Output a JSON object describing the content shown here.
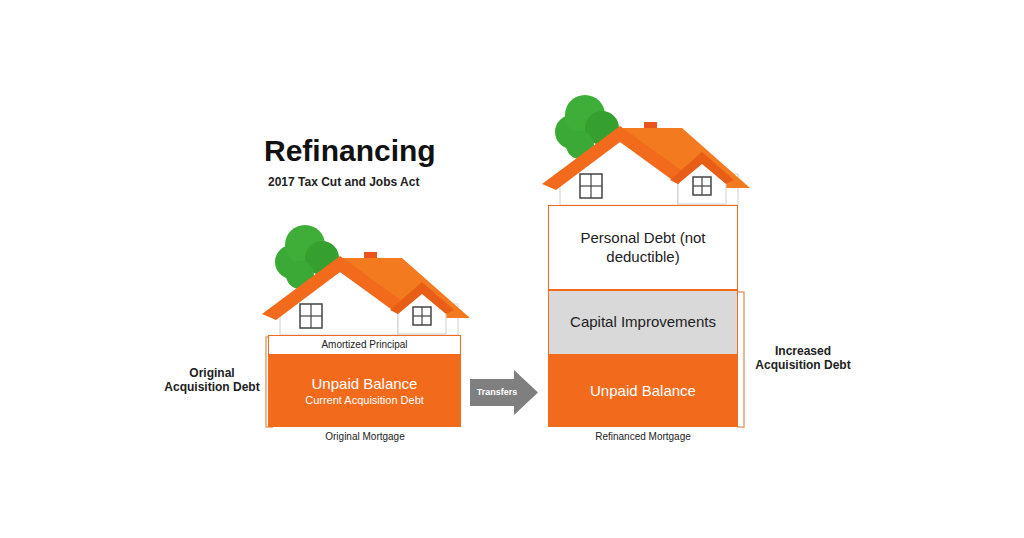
{
  "diagram": {
    "title": "Refinancing",
    "nodes": [
      {
        "text": [
          "Amortized Principal"
        ]
      },
      {
        "text": [
          "Unpaid Balance",
          "Current Acquisition Debt"
        ]
      },
      {
        "text": [
          "Transfers"
        ]
      },
      {
        "text": [
          "Personal Debt (not deductible)"
        ]
      },
      {
        "text": [
          "Capital Improvements"
        ]
      },
      {
        "text": [
          "Unpaid Balance"
        ]
      }
    ],
    "labels": [
      "2017 Tax Cut and Jobs Act",
      "Original Acquisition Debt",
      "Original Mortgage",
      "Refinanced Mortgage",
      "Increased Acquisition Debt"
    ]
  }
}
